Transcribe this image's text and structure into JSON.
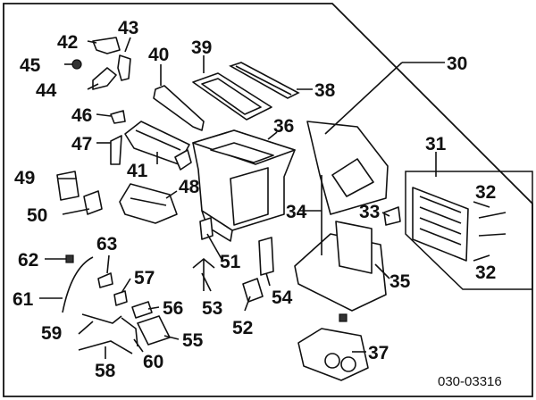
{
  "diagram": {
    "code": "030-03316",
    "callouts": [
      "30",
      "31",
      "32",
      "32",
      "33",
      "34",
      "35",
      "36",
      "37",
      "38",
      "39",
      "40",
      "41",
      "42",
      "43",
      "44",
      "45",
      "46",
      "47",
      "48",
      "49",
      "50",
      "51",
      "52",
      "53",
      "54",
      "55",
      "56",
      "57",
      "58",
      "59",
      "60",
      "61",
      "62",
      "63"
    ]
  }
}
